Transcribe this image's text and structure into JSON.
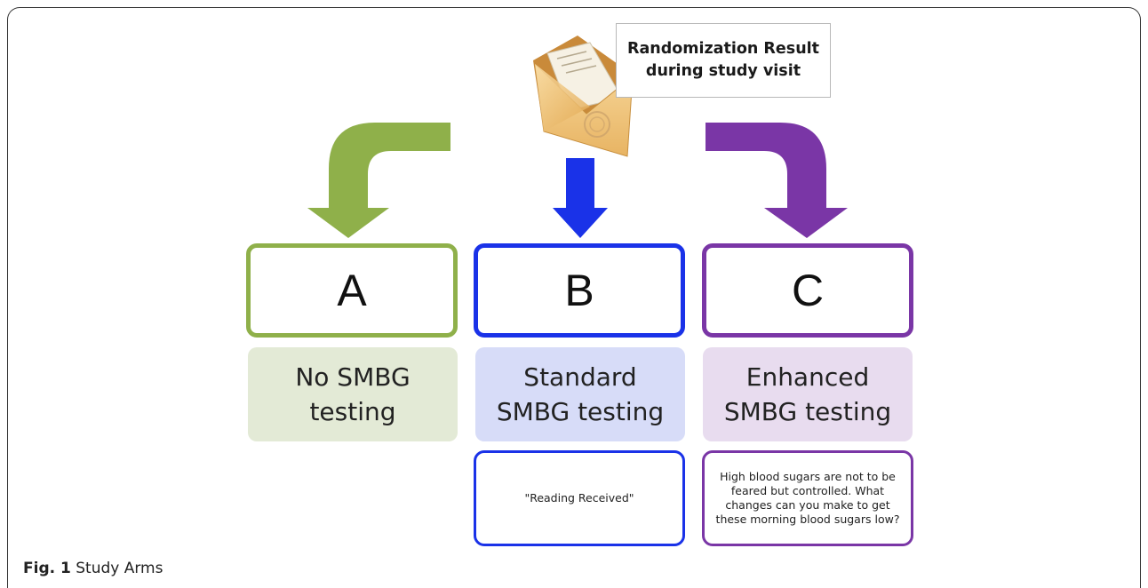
{
  "callout": {
    "line1": "Randomization Result",
    "line2": "during study visit"
  },
  "icons": {
    "envelope": "envelope-with-letter-icon",
    "arrow_a": "curved-arrow-left-green",
    "arrow_b": "straight-arrow-down-blue",
    "arrow_c": "curved-arrow-right-purple"
  },
  "arms": [
    {
      "letter": "A",
      "desc_line1": "No SMBG",
      "desc_line2": "testing",
      "color": "#8fb04a",
      "fill": "#e3ead6"
    },
    {
      "letter": "B",
      "desc_line1": "Standard",
      "desc_line2": "SMBG testing",
      "color": "#1a32e8",
      "fill": "#d7dcf8",
      "message": "\"Reading Received\""
    },
    {
      "letter": "C",
      "desc_line1": "Enhanced",
      "desc_line2": "SMBG testing",
      "color": "#7a36a6",
      "fill": "#e8dcef",
      "message": "High blood sugars are not to be feared but controlled. What changes can you make to get these morning blood sugars low?"
    }
  ],
  "caption": {
    "label": "Fig. 1",
    "text": " Study Arms"
  }
}
